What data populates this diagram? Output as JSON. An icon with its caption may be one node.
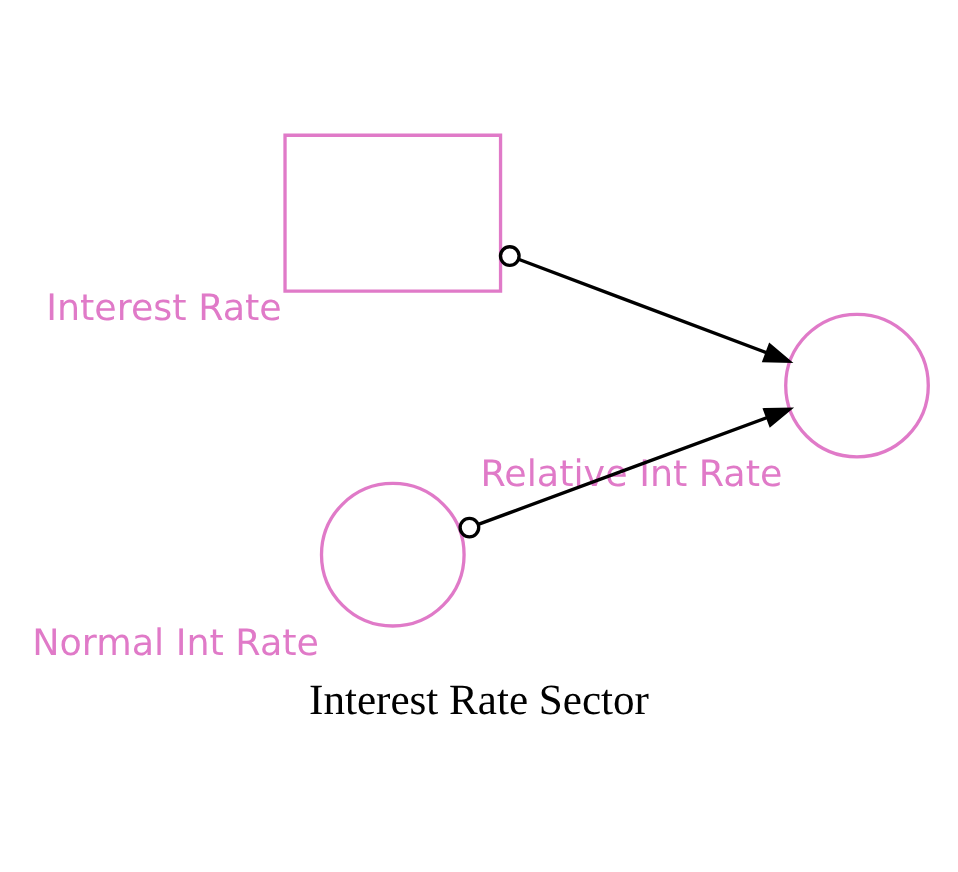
{
  "diagram": {
    "caption": "Interest Rate Sector",
    "nodes": [
      {
        "text": [
          "Interest Rate"
        ]
      },
      {
        "text": [
          "Relative Int Rate"
        ]
      },
      {
        "text": [
          "Normal Int Rate"
        ]
      }
    ],
    "edges": [
      {
        "from": 0,
        "to": 1,
        "arrow": "to"
      },
      {
        "from": 2,
        "to": 1,
        "arrow": "to"
      }
    ]
  }
}
